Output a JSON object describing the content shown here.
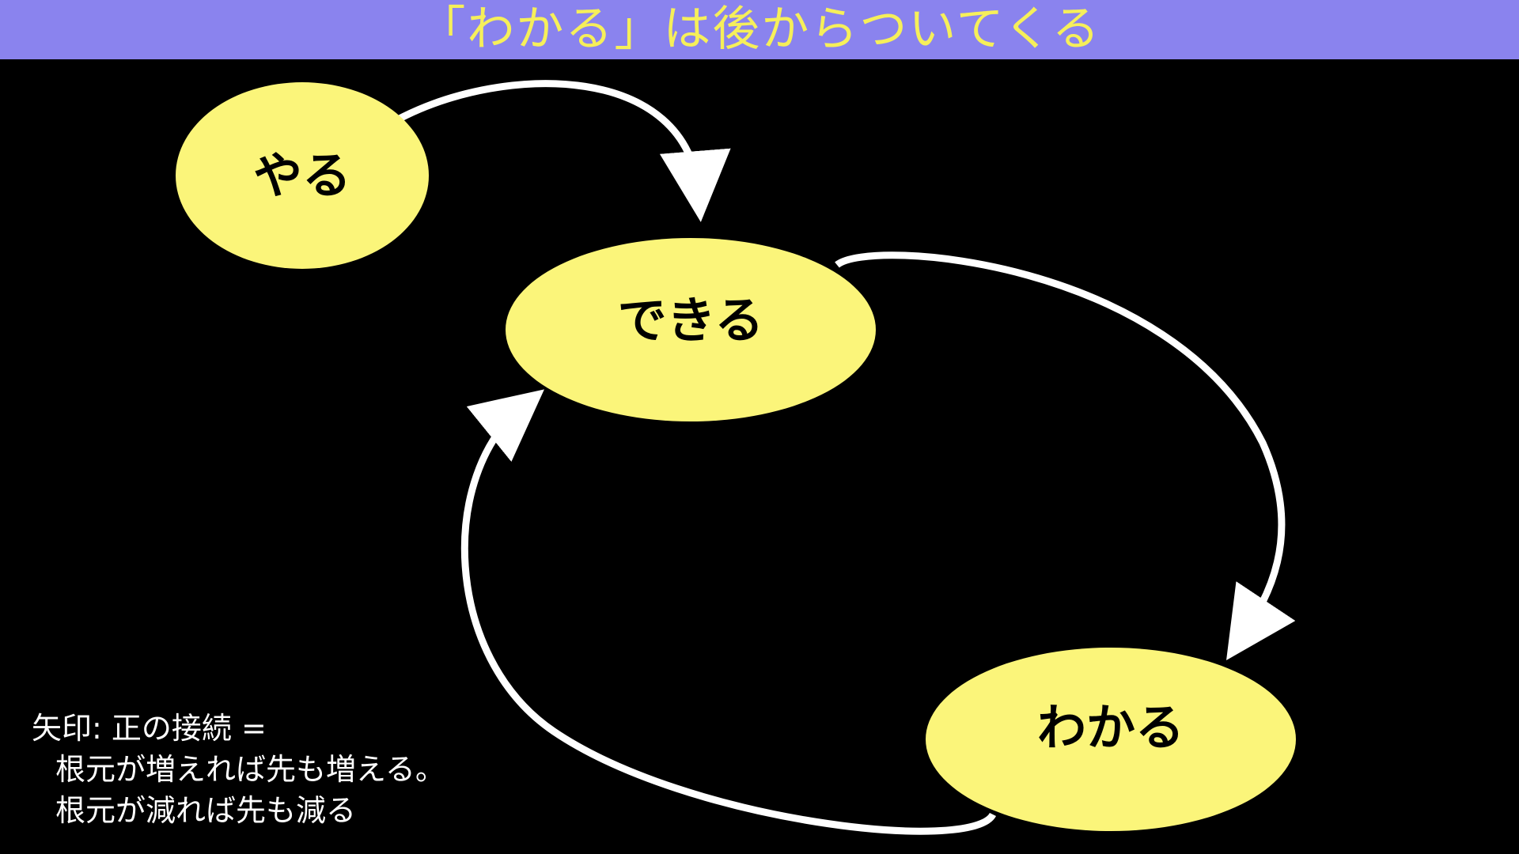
{
  "title": "「わかる」は後からついてくる",
  "colors": {
    "title_bar_bg": "#8a83ee",
    "title_text": "#f6ef5a",
    "background": "#000000",
    "node_fill": "#fbf57a",
    "arrow": "#ffffff"
  },
  "nodes": [
    {
      "id": "yaru",
      "label": "やる"
    },
    {
      "id": "dekiru",
      "label": "できる"
    },
    {
      "id": "wakaru",
      "label": "わかる"
    }
  ],
  "edges": [
    {
      "from": "yaru",
      "to": "dekiru"
    },
    {
      "from": "dekiru",
      "to": "wakaru"
    },
    {
      "from": "wakaru",
      "to": "dekiru"
    }
  ],
  "legend": {
    "line1": "矢印: 正の接続 =",
    "line2": "根元が増えれば先も増える。",
    "line3": "根元が減れば先も減る"
  }
}
